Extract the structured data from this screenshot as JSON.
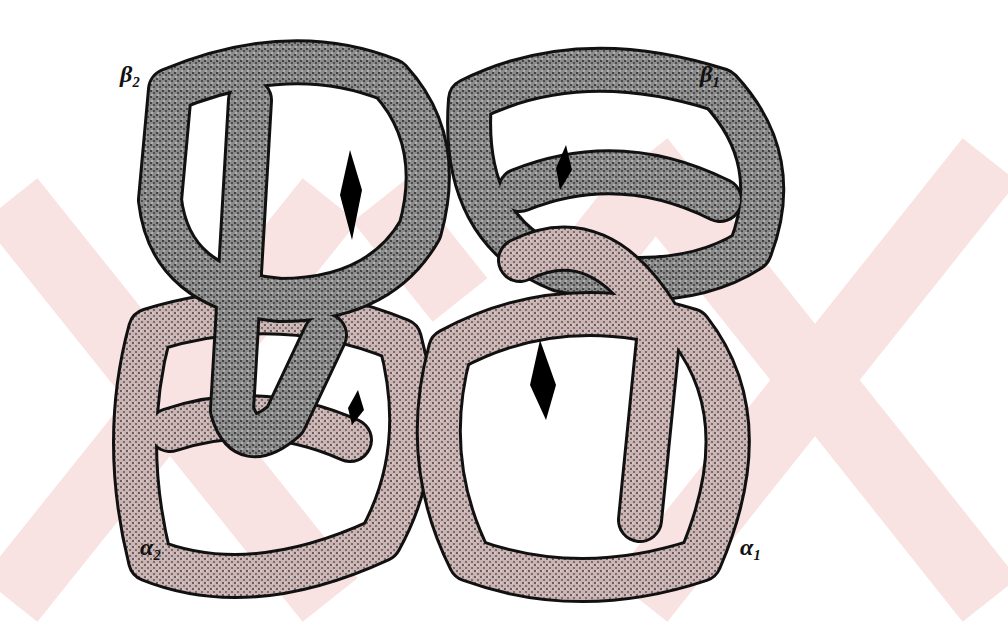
{
  "diagram": {
    "labels": [
      "β₂",
      "β₁",
      "α₂",
      "α₁"
    ]
  }
}
